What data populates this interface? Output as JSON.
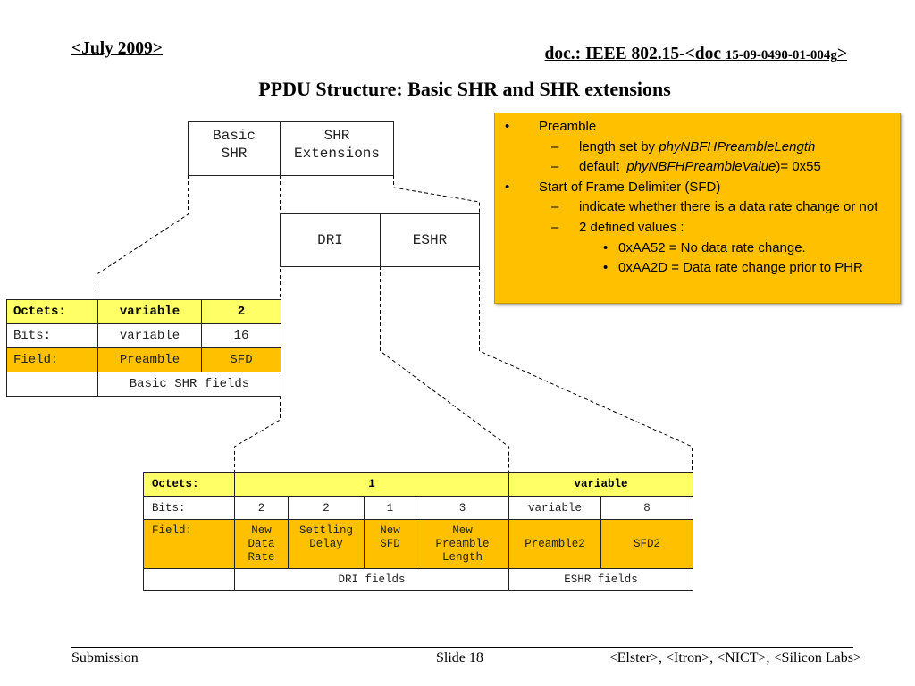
{
  "header": {
    "date": "<July 2009>",
    "doc_prefix": "doc.: IEEE 802.15-<doc ",
    "doc_number": "15-09-0490-01-004g",
    "doc_suffix": ">"
  },
  "title": "PPDU Structure: Basic SHR and SHR extensions",
  "shr_overview": {
    "basic": "Basic\nSHR",
    "extensions": "SHR\nExtensions"
  },
  "shr_extensions": {
    "dri": "DRI",
    "eshr": "ESHR"
  },
  "basic_shr_table": {
    "rows": [
      {
        "label": "Octets:",
        "cells": [
          "variable",
          "2"
        ]
      },
      {
        "label": "Bits:",
        "cells": [
          "variable",
          "16"
        ]
      },
      {
        "label": "Field:",
        "cells": [
          "Preamble",
          "SFD"
        ]
      }
    ],
    "caption": "Basic SHR fields"
  },
  "dri_eshr_table": {
    "rows": [
      {
        "label": "Octets:",
        "cells": [
          "1",
          "variable"
        ]
      },
      {
        "label": "Bits:",
        "cells": [
          "2",
          "2",
          "1",
          "3",
          "variable",
          "8"
        ]
      },
      {
        "label": "Field:",
        "cells": [
          "New\nData\nRate",
          "Settling\nDelay",
          "New\nSFD",
          "New\nPreamble\nLength",
          "Preamble2",
          "SFD2"
        ]
      }
    ],
    "captions": [
      "DRI fields",
      "ESHR fields"
    ]
  },
  "info_box": {
    "items": [
      {
        "marker": "•",
        "text": "Preamble"
      },
      {
        "marker": "–",
        "text": "length set by ",
        "italic": "phyNBFHPreambleLength"
      },
      {
        "marker": "–",
        "text": "default  ",
        "italic": "phyNBFHPreambleValue",
        "text_after": ")= 0x55"
      },
      {
        "marker": "•",
        "text": "Start of Frame Delimiter (SFD)"
      },
      {
        "marker": "–",
        "text": "indicate whether there is a data rate change or not"
      },
      {
        "marker": "–",
        "text": "2 defined values :"
      },
      {
        "marker": "•",
        "text": "0xAA52 = No data rate change."
      },
      {
        "marker": "•",
        "text": "0xAA2D = Data rate change prior to PHR"
      }
    ]
  },
  "colors": {
    "octets_row": "#FFFF66",
    "field_row": "#FFC000",
    "info_box": "#FFC000"
  },
  "footer": {
    "left": "Submission",
    "center": "Slide 18",
    "right": "<Elster>, <Itron>, <NICT>, <Silicon Labs>"
  }
}
